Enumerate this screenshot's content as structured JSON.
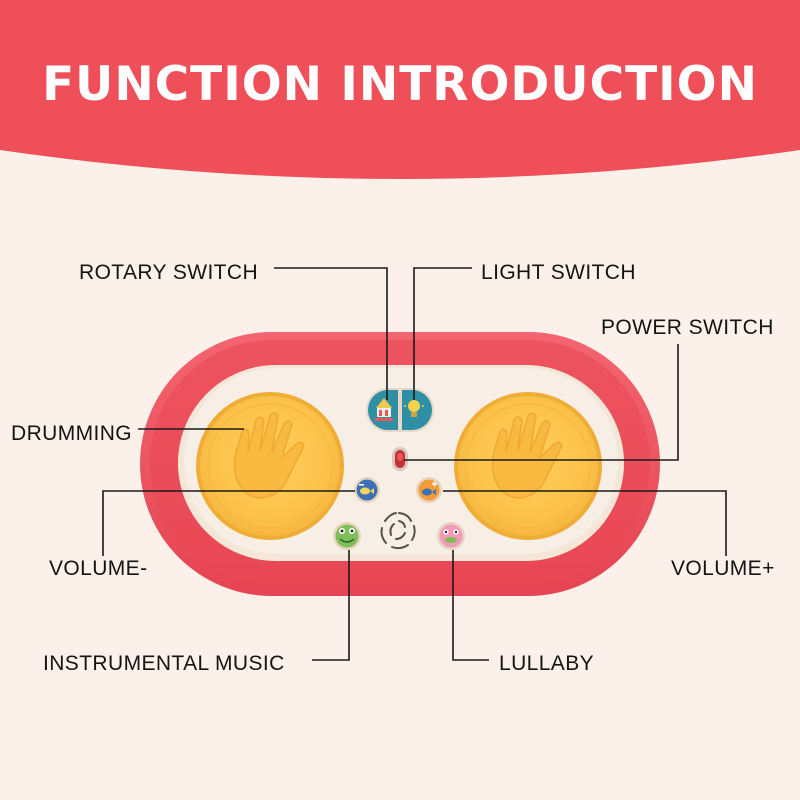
{
  "header": {
    "title": "FUNCTION INTRODUCTION",
    "banner_color": "#ef4f59"
  },
  "labels": {
    "rotary_switch": "ROTARY SWITCH",
    "light_switch": "LIGHT SWITCH",
    "power_switch": "POWER SWITCH",
    "drumming": "DRUMMING",
    "volume_minus": "VOLUME-",
    "volume_plus": "VOLUME+",
    "instrumental_music": "INSTRUMENTAL MUSIC",
    "lullaby": "LULLABY"
  },
  "device": {
    "body_color": "#ec4c57",
    "face_color": "#f6eee3",
    "drum_color": "#fcc24a",
    "icons": {
      "rotary": "carousel-icon",
      "light": "light-bulb-icon",
      "volume_minus": "fish-volume-down-icon",
      "volume_plus": "fish-volume-up-icon",
      "instrumental": "frog-icon",
      "lullaby": "pink-creature-icon",
      "power": "power-slider-icon",
      "drum_pad_pattern": "hand-print-icon"
    }
  }
}
